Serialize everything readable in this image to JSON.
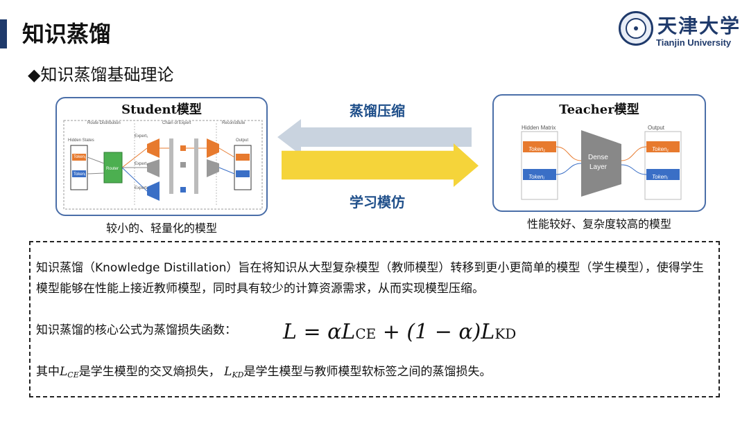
{
  "header": {
    "title": "知识蒸馏",
    "logo_cn": "天津大学",
    "logo_en": "Tianjin University"
  },
  "section": {
    "heading": "◆知识蒸馏基础理论"
  },
  "diagram": {
    "student": {
      "title": "Student模型",
      "caption": "较小的、轻量化的模型",
      "stage_labels": [
        "Route Distribution",
        "Chain of Expert",
        "Reconstitute"
      ],
      "hidden_label": "Hidden States",
      "router_label": "Router",
      "expert_labels": [
        "Expert₁",
        "Expert₂",
        "Expertₙ"
      ],
      "output_label": "Output",
      "token_labels": [
        "Token₁",
        "Tokenⱼ"
      ]
    },
    "teacher": {
      "title": "Teacher模型",
      "caption": "性能较好、复杂度较高的模型",
      "hidden_label": "Hidden Matrix",
      "output_label": "Output",
      "token_labels": [
        "Token₁",
        "Tokenⱼ"
      ],
      "layer_line1": "Dense",
      "layer_line2": "Layer"
    },
    "arrow_top_label": "蒸馏压缩",
    "arrow_bottom_label": "学习模仿"
  },
  "description": {
    "p1": "知识蒸馏（Knowledge Distillation）旨在将知识从大型复杂模型（教师模型）转移到更小更简单的模型（学生模型），使得学生模型能够在性能上接近教师模型，同时具有较少的计算资源需求，从而实现模型压缩。",
    "p2": "知识蒸馏的核心公式为蒸馏损失函数：",
    "formula": {
      "lhs": "L = αL",
      "sub1": "CE",
      "mid": " + (1 − α)L",
      "sub2": "KD"
    },
    "p3": {
      "pre": "其中",
      "sym1": "L",
      "sub1": "CE",
      "mid": "是学生模型的交叉熵损失，",
      "sym2": "L",
      "sub2": "KD",
      "post": "是学生模型与教师模型软标签之间的蒸馏损失。"
    }
  },
  "colors": {
    "brand": "#1f3a6b",
    "arrow_grey": "#c9d3df",
    "arrow_yellow": "#f5d43a",
    "token_orange": "#e77a2e",
    "token_blue": "#3a6fc6",
    "card_border": "#4a6ea8"
  }
}
